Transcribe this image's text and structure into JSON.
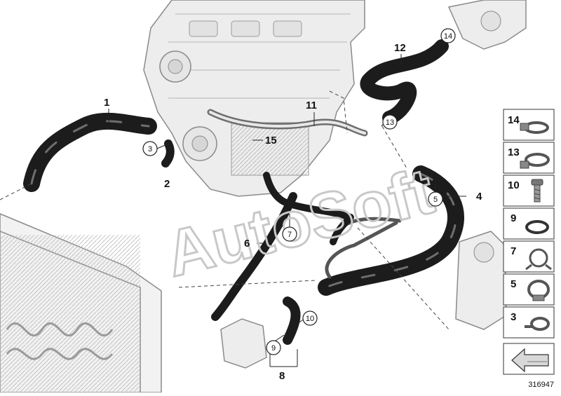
{
  "watermark": "AutoSoft",
  "callouts": {
    "c1": "1",
    "c2": "2",
    "c4": "4",
    "c6": "6",
    "c8": "8",
    "c11": "11",
    "c12": "12",
    "c15": "15"
  },
  "circled_callouts": {
    "c3": "3",
    "c5": "5",
    "c7": "7",
    "c9": "9",
    "c10": "10",
    "c13": "13",
    "c14": "14"
  },
  "legend": [
    {
      "num": "14",
      "icon": "hose-clamp-icon"
    },
    {
      "num": "13",
      "icon": "hose-clamp-icon"
    },
    {
      "num": "10",
      "icon": "screw-icon"
    },
    {
      "num": "9",
      "icon": "o-ring-icon"
    },
    {
      "num": "7",
      "icon": "spring-clip-icon"
    },
    {
      "num": "5",
      "icon": "hose-clamp-icon"
    },
    {
      "num": "3",
      "icon": "spring-clamp-icon"
    },
    {
      "num": "",
      "icon": "arrow-shim-icon"
    }
  ],
  "document_number": "316947",
  "colors": {
    "hose": "#1c1c1c",
    "engine": "#9a9a9a",
    "radiator": "#b8b8b8",
    "watermark": "#c8c8c8"
  }
}
